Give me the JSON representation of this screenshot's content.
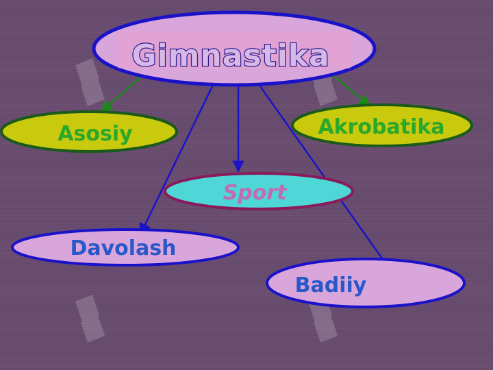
{
  "diagram": {
    "root": {
      "label": "Gimnastika",
      "fill": "#d9a6dc",
      "stroke": "#1a12c9",
      "text_color": "#d8b8e6",
      "text_stroke": "#2a2090"
    },
    "nodes": [
      {
        "id": "asosiy",
        "label": "Asosiy",
        "fill": "#c9c90e",
        "stroke": "#1a5a1a",
        "text_color": "#2aa82a"
      },
      {
        "id": "akrobatika",
        "label": "Akrobatika",
        "fill": "#c9c90e",
        "stroke": "#1a5a1a",
        "text_color": "#2aa82a"
      },
      {
        "id": "sport",
        "label": "Sport",
        "fill": "#4fd6d6",
        "stroke": "#8a1a5a",
        "text_color": "#c06cb0"
      },
      {
        "id": "davolash",
        "label": "Davolash",
        "fill": "#d9a6dc",
        "stroke": "#1a12c9",
        "text_color": "#2a58c8"
      },
      {
        "id": "badiiy",
        "label": "Badiiy",
        "fill": "#d9a6dc",
        "stroke": "#1a12c9",
        "text_color": "#2a58c8"
      }
    ],
    "edges": [
      {
        "from": "root",
        "to": "asosiy",
        "color": "#1a8a1a"
      },
      {
        "from": "root",
        "to": "akrobatika",
        "color": "#1a8a1a"
      },
      {
        "from": "root",
        "to": "sport",
        "color": "#1a12c9"
      },
      {
        "from": "root",
        "to": "davolash",
        "color": "#1a12c9"
      },
      {
        "from": "root",
        "to": "badiiy",
        "color": "#1a12c9"
      }
    ]
  }
}
